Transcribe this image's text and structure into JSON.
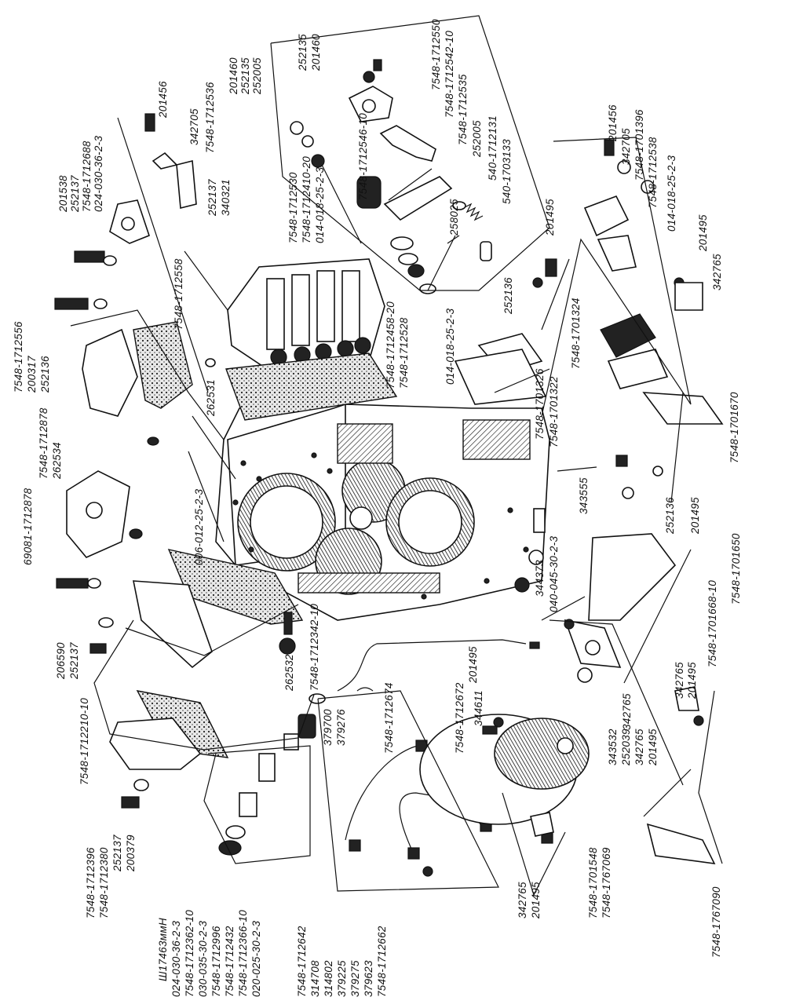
{
  "labels_top": [
    "201456",
    "342705",
    "7548-1712536",
    "201460",
    "252135",
    "252005",
    "252135",
    "201460",
    "7548-1712550",
    "7548-1712542-10",
    "7548-1712535",
    "7548-1712546-10",
    "7548-1712530",
    "7548-1712410-20",
    "014-018-25-2-3",
    "252005",
    "540-1712131",
    "540-1703133",
    "258025",
    "201495",
    "201456",
    "342705",
    "7548-1701396",
    "7548-1712538",
    "014-018-25-2-3",
    "201495",
    "342765",
    "252136",
    "7548-1701324",
    "014-018-25-2-3",
    "7548-1712458-20",
    "7548-1712528",
    "7548-1701326",
    "7548-1701322",
    "7548-1701670",
    "252137",
    "340321",
    "7548-1712558"
  ],
  "labels_left": [
    "201538",
    "252137",
    "7548-1712688",
    "024-030-36-2-3",
    "7548-1712556",
    "200317",
    "252136",
    "7548-1712878",
    "262534",
    "262531",
    "69081-1712878",
    "006-012-25-2-3",
    "206590",
    "252137",
    "7548-1712210-10",
    "262532",
    "7548-1712342-10"
  ],
  "labels_right": [
    "343555",
    "201495",
    "252136",
    "7548-1701650",
    "344373",
    "040-045-30-2-3",
    "7548-1701668-10",
    "342765",
    "201495",
    "342765",
    "343532",
    "252039",
    "342765",
    "201495"
  ],
  "labels_bottom": [
    "7548-1712396",
    "7548-1712380",
    "252137",
    "200379",
    "Ш17463ммН",
    "024-030-36-2-3",
    "7548-1712362-10",
    "030-035-30-2-3",
    "7548-1712996",
    "7548-1712432",
    "7548-1712366-10",
    "020-025-30-2-3",
    "379700",
    "379276",
    "7548-1712674",
    "7548-1712672",
    "201495",
    "344611",
    "7548-1712642",
    "314708",
    "314802",
    "379225",
    "379275",
    "379623",
    "7548-1712662",
    "342765",
    "201495",
    "7548-1701548",
    "7548-1767069",
    "7548-1767090"
  ]
}
